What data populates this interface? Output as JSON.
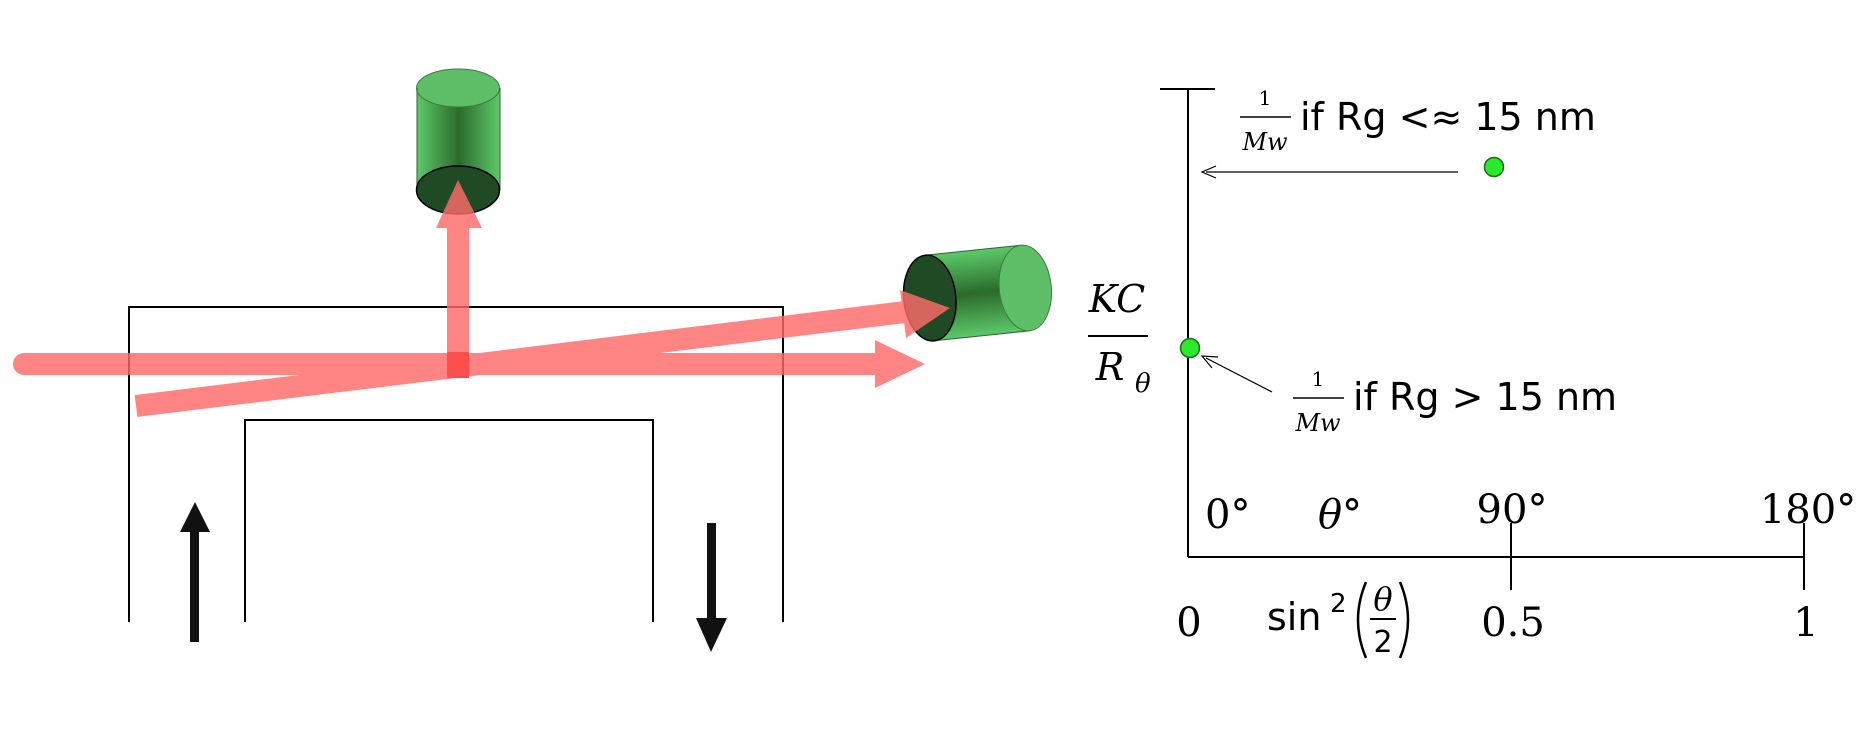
{
  "colors": {
    "beam": "#ff6b6b",
    "beam_dark": "#ff2a2a",
    "detector_light": "#5dc96a",
    "detector_dark": "#2b6b2b",
    "detector_face": "#1f4a24",
    "point": "#2bea2b",
    "line": "#000000"
  },
  "icons": [
    "flow-in-arrow",
    "flow-out-arrow",
    "detector-top",
    "detector-side"
  ],
  "graph": {
    "ylabel_num": "KC",
    "ylabel_den_main": "R",
    "ylabel_den_sub": "θ",
    "angle_0": "0°",
    "angle_theta": "θ°",
    "angle_90": "90°",
    "angle_180": "180°",
    "tick_0": "0",
    "tick_05": "0.5",
    "tick_1": "1",
    "x_fn": "sin",
    "x_exp": "2",
    "x_frac_num": "θ",
    "x_frac_den": "2",
    "ann_top": {
      "frac_num": "1",
      "frac_den": "Mw",
      "text": "if Rg <≈ 15 nm"
    },
    "ann_bottom": {
      "frac_num": "1",
      "frac_den": "Mw",
      "text": "if Rg > 15 nm"
    }
  }
}
